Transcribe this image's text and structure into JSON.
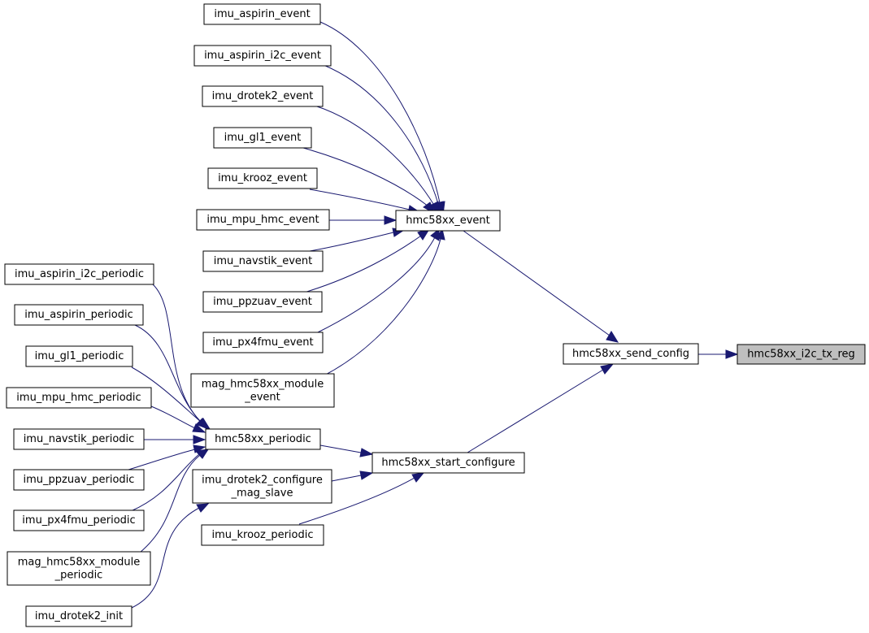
{
  "colors": {
    "edge": "#191970",
    "node_fill": "#ffffff",
    "node_border": "#000000",
    "current_fill": "#bfbfbf"
  },
  "nodes": {
    "imu_aspirin_event": "imu_aspirin_event",
    "imu_aspirin_i2c_event": "imu_aspirin_i2c_event",
    "imu_drotek2_event": "imu_drotek2_event",
    "imu_gl1_event": "imu_gl1_event",
    "imu_krooz_event": "imu_krooz_event",
    "imu_mpu_hmc_event": "imu_mpu_hmc_event",
    "imu_navstik_event": "imu_navstik_event",
    "imu_ppzuav_event": "imu_ppzuav_event",
    "imu_px4fmu_event": "imu_px4fmu_event",
    "mag_hmc58xx_module_event_l1": "mag_hmc58xx_module",
    "mag_hmc58xx_module_event_l2": "_event",
    "hmc58xx_event": "hmc58xx_event",
    "imu_aspirin_i2c_periodic": "imu_aspirin_i2c_periodic",
    "imu_aspirin_periodic": "imu_aspirin_periodic",
    "imu_gl1_periodic": "imu_gl1_periodic",
    "imu_mpu_hmc_periodic": "imu_mpu_hmc_periodic",
    "imu_navstik_periodic": "imu_navstik_periodic",
    "imu_ppzuav_periodic": "imu_ppzuav_periodic",
    "imu_px4fmu_periodic": "imu_px4fmu_periodic",
    "mag_hmc58xx_module_periodic_l1": "mag_hmc58xx_module",
    "mag_hmc58xx_module_periodic_l2": "_periodic",
    "imu_drotek2_init": "imu_drotek2_init",
    "hmc58xx_periodic": "hmc58xx_periodic",
    "imu_drotek2_configure_mag_slave_l1": "imu_drotek2_configure",
    "imu_drotek2_configure_mag_slave_l2": "_mag_slave",
    "imu_krooz_periodic": "imu_krooz_periodic",
    "hmc58xx_start_configure": "hmc58xx_start_configure",
    "hmc58xx_send_config": "hmc58xx_send_config",
    "hmc58xx_i2c_tx_reg": "hmc58xx_i2c_tx_reg"
  }
}
